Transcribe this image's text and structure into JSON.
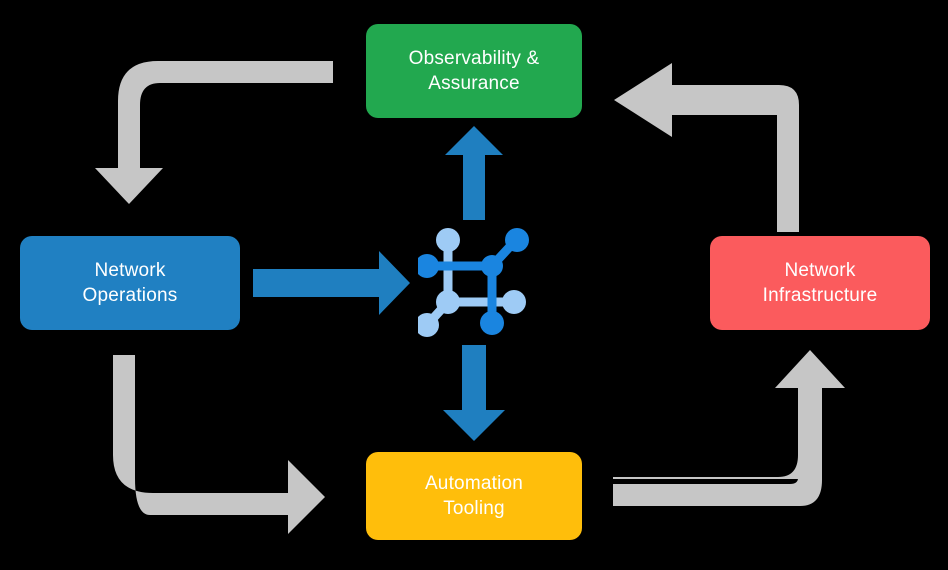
{
  "diagram": {
    "title": "Network operations lifecycle cycle diagram",
    "background_color": "#000000",
    "center": {
      "icon": "network-graph-icon",
      "node_colors": {
        "dark_blue": "#1a85e0",
        "light_blue": "#9ecbf5"
      }
    },
    "boxes": [
      {
        "id": "observability",
        "label": "Observability &\nAssurance",
        "color": "#22a84f",
        "position": "top"
      },
      {
        "id": "network-operations",
        "label": "Network\nOperations",
        "color": "#2080c2",
        "position": "left"
      },
      {
        "id": "network-infrastructure",
        "label": "Network\nInfrastructure",
        "color": "#fb5b5d",
        "position": "right"
      },
      {
        "id": "automation-tooling",
        "label": "Automation\nTooling",
        "color": "#ffbe0b",
        "position": "bottom"
      }
    ],
    "blue_arrows": {
      "color": "#1f7fc0",
      "items": [
        {
          "id": "ops-to-center",
          "direction": "right",
          "from": "network-operations",
          "to": "center"
        },
        {
          "id": "center-to-observability",
          "direction": "up",
          "from": "center",
          "to": "observability"
        },
        {
          "id": "center-to-automation",
          "direction": "down",
          "from": "center",
          "to": "automation-tooling"
        }
      ]
    },
    "gray_arrows": {
      "color": "#c6c6c6",
      "items": [
        {
          "id": "observability-to-operations",
          "from": "observability",
          "to": "network-operations",
          "shape": "elbow-left-down"
        },
        {
          "id": "infrastructure-to-observability",
          "from": "network-infrastructure",
          "to": "observability",
          "shape": "elbow-up-left"
        },
        {
          "id": "operations-to-automation",
          "from": "network-operations",
          "to": "automation-tooling",
          "shape": "elbow-down-right"
        },
        {
          "id": "automation-to-infrastructure",
          "from": "automation-tooling",
          "to": "network-infrastructure",
          "shape": "elbow-right-up"
        }
      ]
    }
  }
}
